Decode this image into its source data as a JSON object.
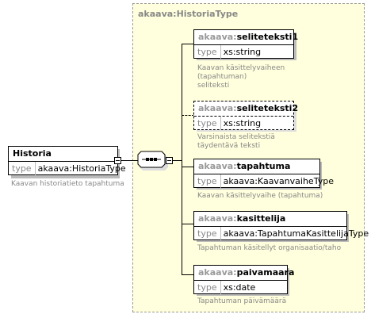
{
  "complex_type": {
    "title": "akaava:HistoriaType"
  },
  "root": {
    "name": "Historia",
    "type_key": "type",
    "type_value": "akaava:HistoriaType",
    "doc": "Kaavan historiatieto tapahtuma"
  },
  "elements": [
    {
      "ns": "akaava:",
      "name": "seliteteksti1",
      "type_key": "type",
      "type_value": "xs:string",
      "doc": "Kaavan käsittelyvaiheen\n(tapahtuman)\nseliteksti"
    },
    {
      "ns": "akaava:",
      "name": "seliteteksti2",
      "type_key": "type",
      "type_value": "xs:string",
      "doc": "Varsinaista selitekstiä\ntäydentävä teksti"
    },
    {
      "ns": "akaava:",
      "name": "tapahtuma",
      "type_key": "type",
      "type_value": "akaava:KaavanvaiheType",
      "doc": "Kaavan käsittelyvaihe (tapahtuma)"
    },
    {
      "ns": "akaava:",
      "name": "kasittelija",
      "type_key": "type",
      "type_value": "akaava:TapahtumaKasittelijaType",
      "doc": "Tapahtuman käsitellyt organisaatio/taho"
    },
    {
      "ns": "akaava:",
      "name": "paivamaara",
      "type_key": "type",
      "type_value": "xs:date",
      "doc": "Tapahtuman päivämäärä"
    }
  ],
  "colors": {
    "region_fill": "#ffffdd",
    "namespace_gray": "#999999",
    "doc_gray": "#888888"
  }
}
